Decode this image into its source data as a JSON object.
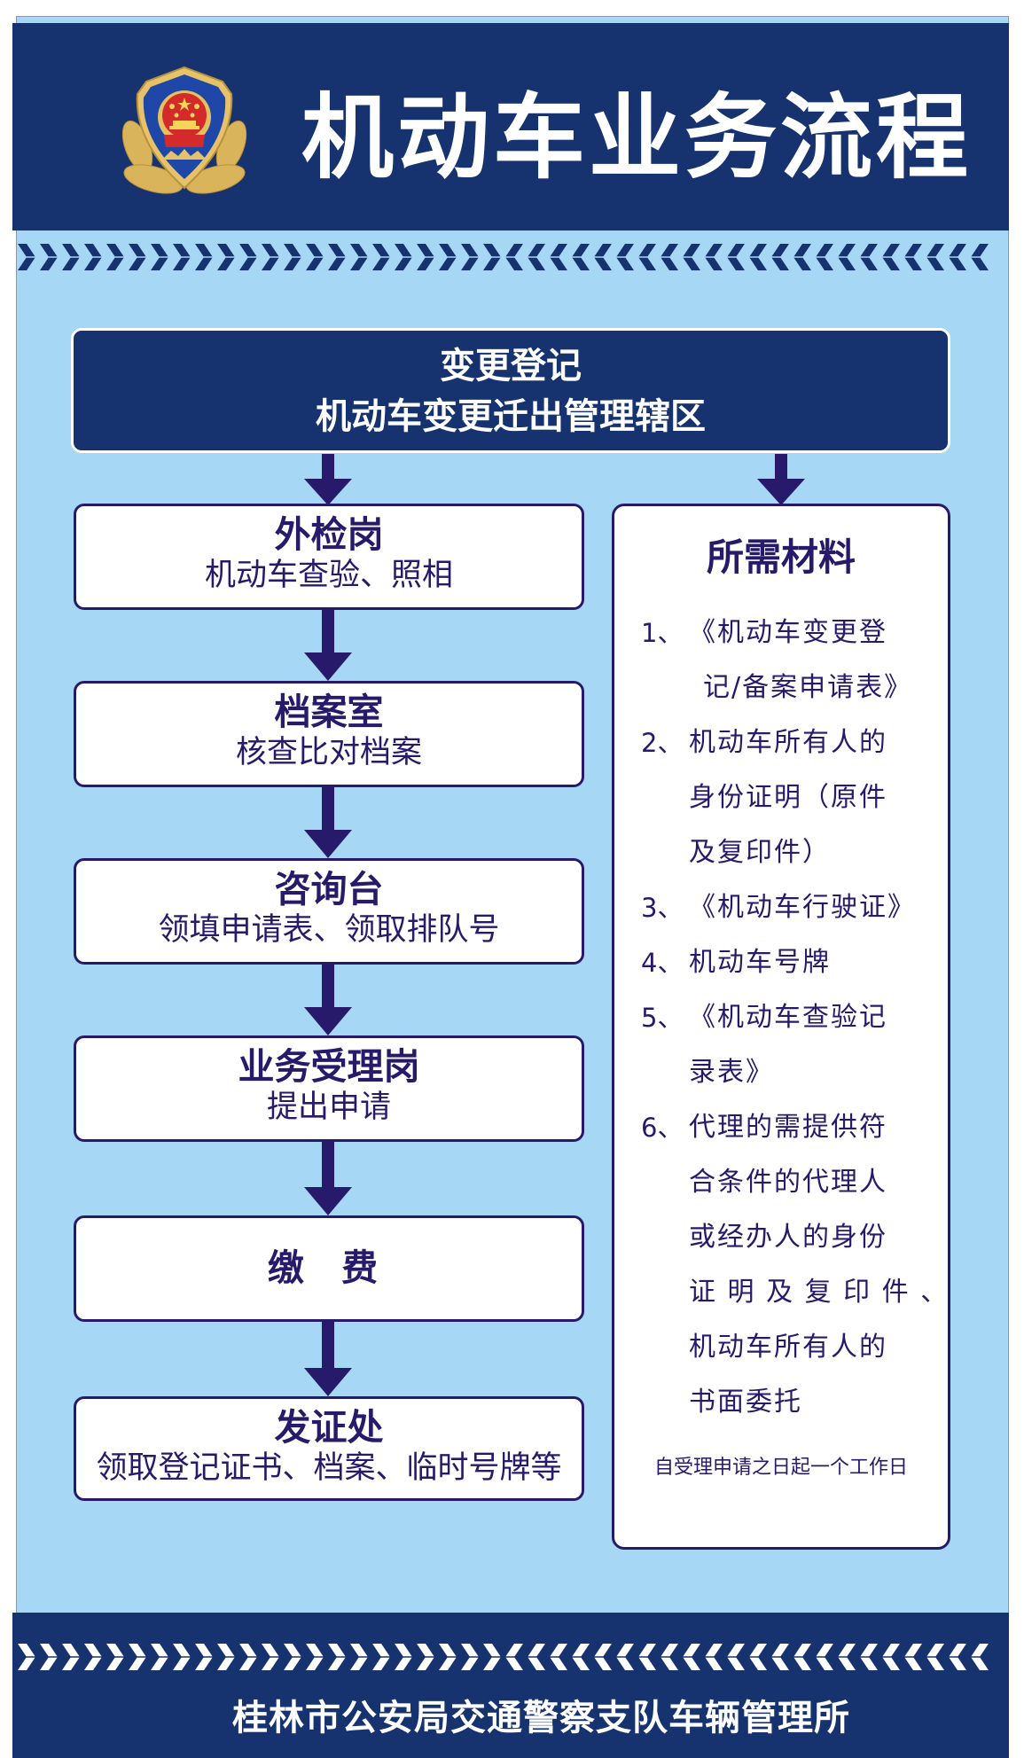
{
  "header": {
    "title": "机动车业务流程",
    "emblem_icon": "police-emblem-icon"
  },
  "top_box": {
    "line1": "变更登记",
    "line2": "机动车变更迁出管理辖区"
  },
  "steps": [
    {
      "title": "外检岗",
      "desc": "机动车查验、照相"
    },
    {
      "title": "档案室",
      "desc": "核查比对档案"
    },
    {
      "title": "咨询台",
      "desc": "领填申请表、领取排队号"
    },
    {
      "title": "业务受理岗",
      "desc": "提出申请"
    },
    {
      "title": "缴 费",
      "desc": ""
    },
    {
      "title": "发证处",
      "desc": "领取登记证书、档案、临时号牌等"
    }
  ],
  "materials": {
    "title": "所需材料",
    "items": [
      {
        "num": "1、",
        "lines": [
          "《机动车变更登",
          "记/备案申请表》"
        ]
      },
      {
        "num": "2、",
        "lines": [
          "机动车所有人的",
          "身份证明（原件",
          "及复印件）"
        ]
      },
      {
        "num": "3、",
        "lines": [
          "《机动车行驶证》"
        ]
      },
      {
        "num": "4、",
        "lines": [
          "机动车号牌"
        ]
      },
      {
        "num": "5、",
        "lines": [
          "《机动车查验记",
          "录表》"
        ]
      },
      {
        "num": "6、",
        "lines": [
          "代理的需提供符",
          "合条件的代理人",
          "或经办人的身份",
          "证 明 及 复 印 件 、",
          "机动车所有人的",
          "书面委托"
        ]
      }
    ],
    "note": "自受理申请之日起一个工作日"
  },
  "footer": {
    "organization": "桂林市公安局交通警察支队车辆管理所"
  },
  "colors": {
    "navy": "#163370",
    "indigo_text": "#281a6a",
    "sky": "#a6d7f4",
    "white": "#ffffff"
  }
}
